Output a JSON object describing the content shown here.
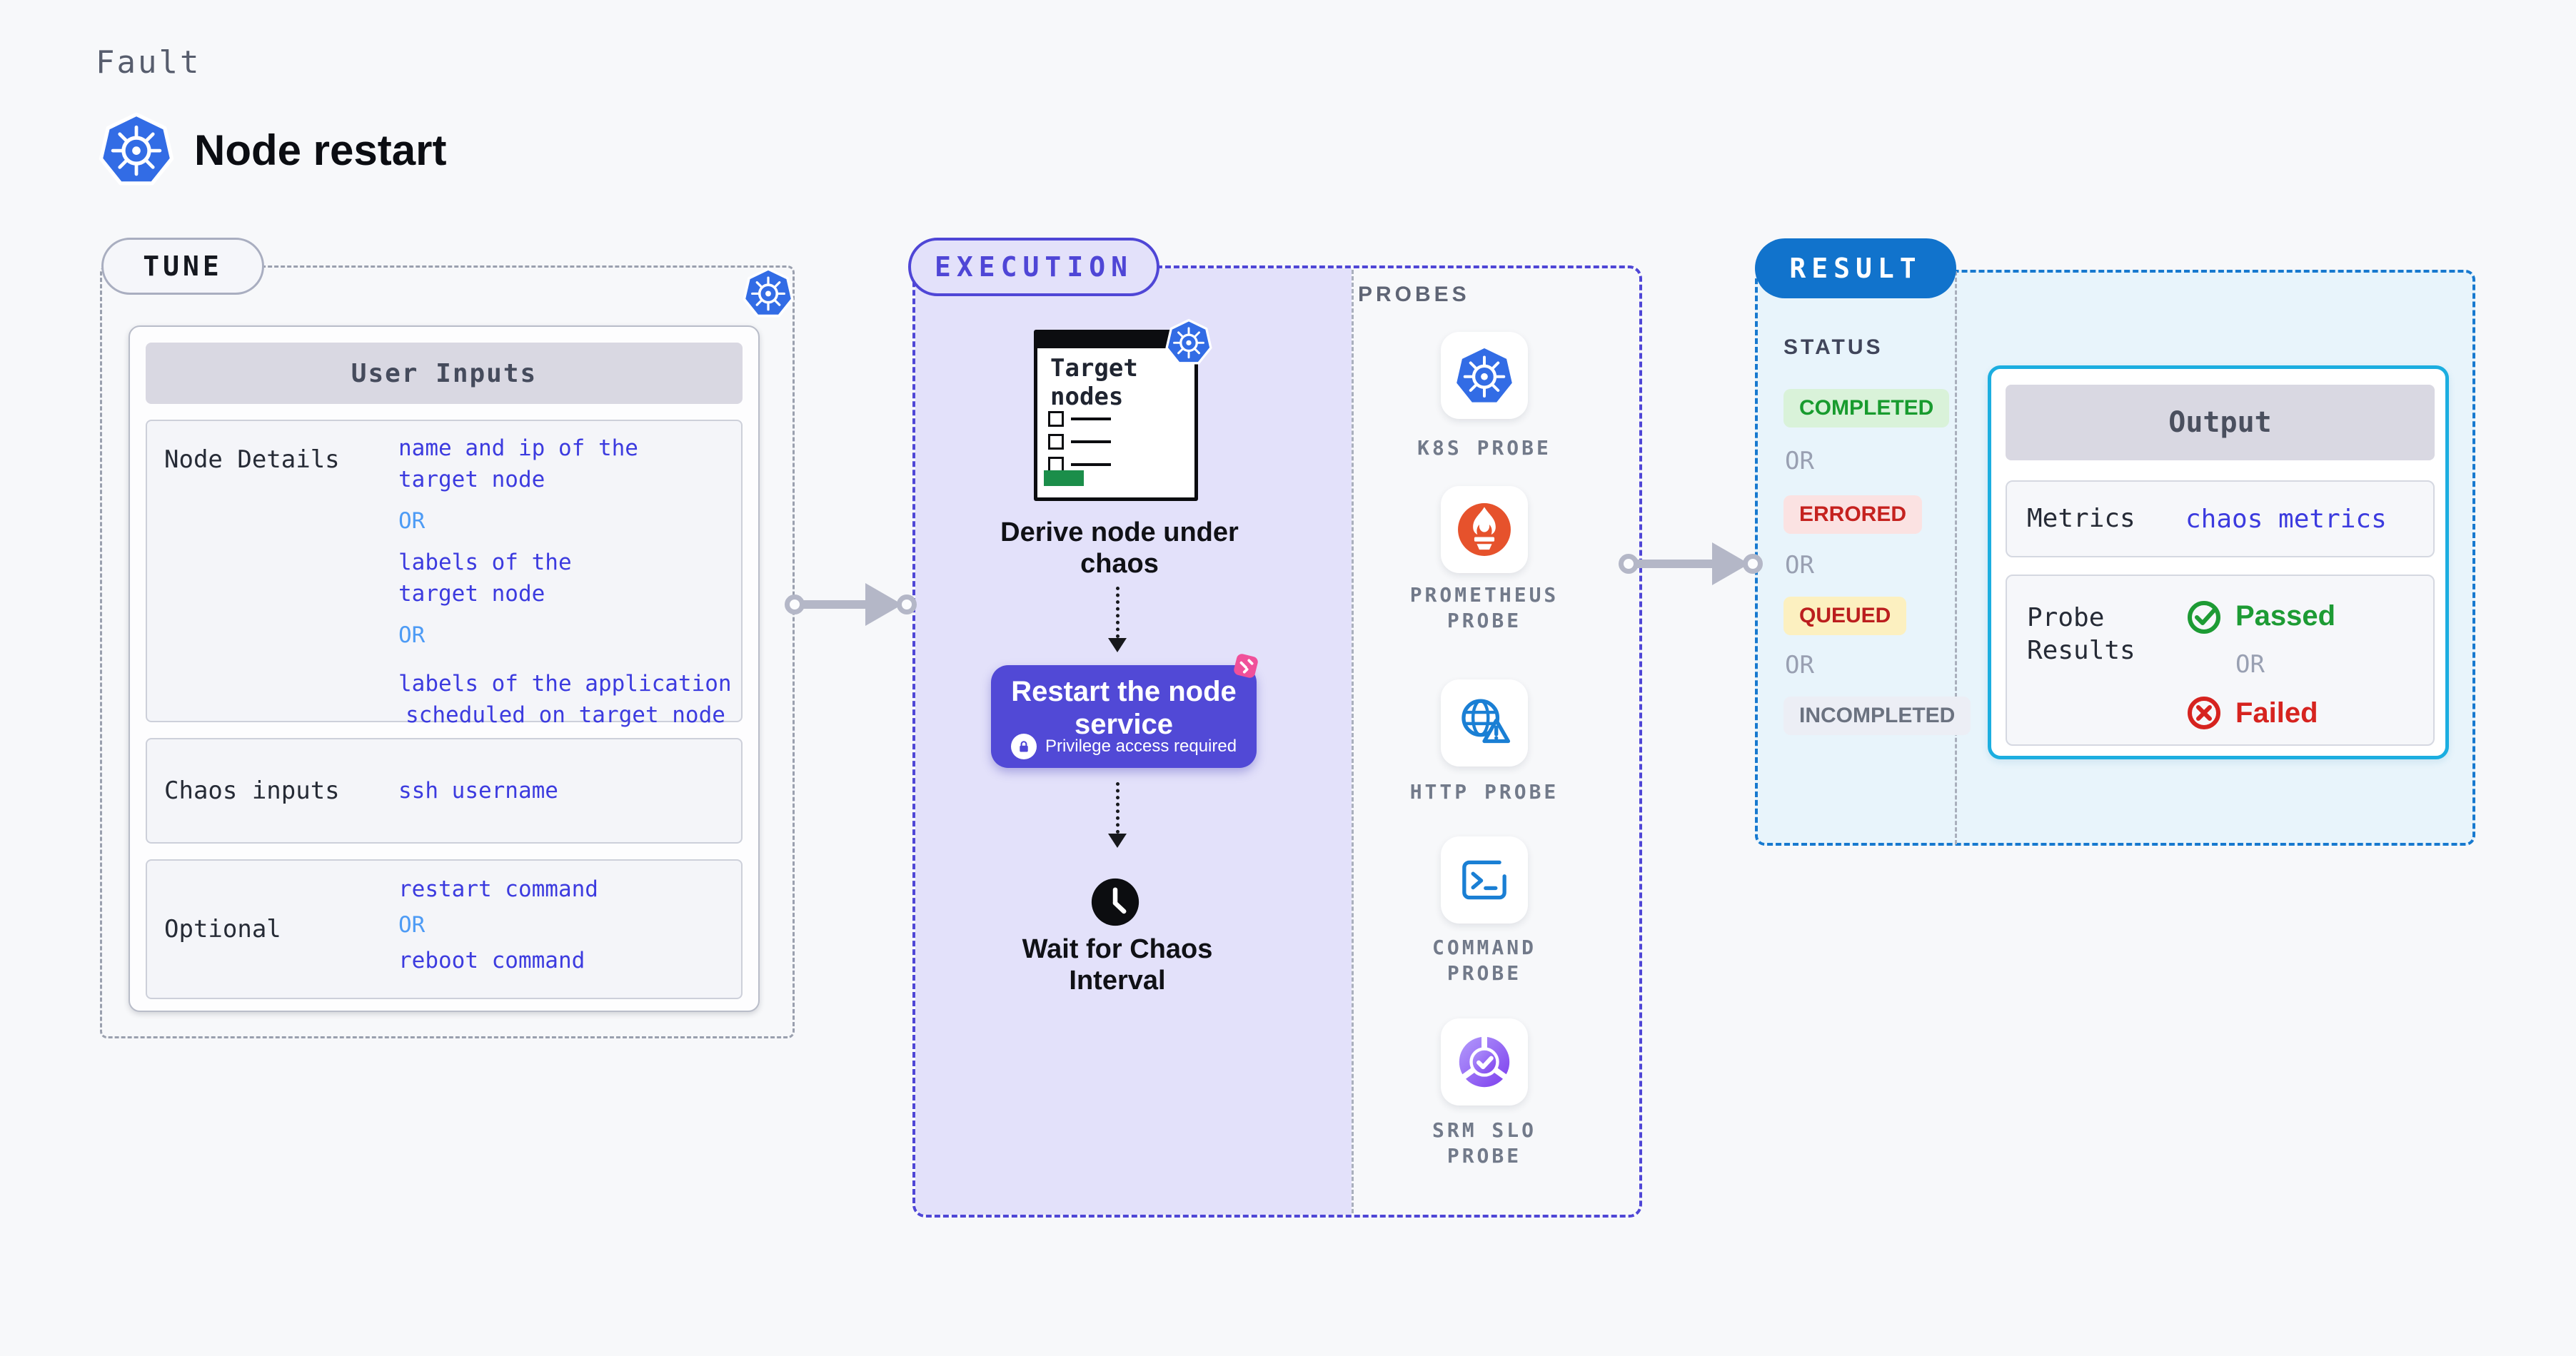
{
  "header": {
    "kicker": "Fault",
    "title": "Node restart",
    "logo_icon": "kubernetes-icon"
  },
  "tune": {
    "tab": "TUNE",
    "table_header": "User Inputs",
    "rows": [
      {
        "label": "Node Details",
        "lines": [
          {
            "text": "name and ip of the",
            "style": "value"
          },
          {
            "text": "target node",
            "style": "value"
          },
          {
            "text": "OR",
            "style": "or"
          },
          {
            "text": "labels of the",
            "style": "value"
          },
          {
            "text": "target node",
            "style": "value"
          },
          {
            "text": "OR",
            "style": "or"
          },
          {
            "text": "labels of the application",
            "style": "value"
          },
          {
            "text": "scheduled on target node",
            "style": "value"
          }
        ]
      },
      {
        "label": "Chaos inputs",
        "lines": [
          {
            "text": "ssh username",
            "style": "value"
          }
        ]
      },
      {
        "label": "Optional",
        "lines": [
          {
            "text": "restart command",
            "style": "value"
          },
          {
            "text": "OR",
            "style": "or"
          },
          {
            "text": "reboot command",
            "style": "value"
          }
        ]
      }
    ]
  },
  "execution": {
    "tab": "EXECUTION",
    "target_box_title": "Target nodes",
    "step_derive": "Derive node under chaos",
    "restart_card": {
      "title": "Restart the node service",
      "badge": "Privilege access required"
    },
    "step_wait": "Wait for Chaos Interval"
  },
  "probes": {
    "title": "PROBES",
    "items": [
      {
        "label": "K8S PROBE",
        "icon": "kubernetes-icon"
      },
      {
        "label": "PROMETHEUS PROBE",
        "icon": "prometheus-icon"
      },
      {
        "label": "HTTP PROBE",
        "icon": "http-globe-warning-icon"
      },
      {
        "label": "COMMAND PROBE",
        "icon": "terminal-icon"
      },
      {
        "label": "SRM SLO PROBE",
        "icon": "srm-slo-icon"
      }
    ]
  },
  "result": {
    "tab": "RESULT",
    "status_heading": "STATUS",
    "statuses": [
      {
        "label": "COMPLETED",
        "kind": "completed"
      },
      {
        "label": "OR",
        "kind": "or"
      },
      {
        "label": "ERRORED",
        "kind": "errored"
      },
      {
        "label": "OR",
        "kind": "or"
      },
      {
        "label": "QUEUED",
        "kind": "queued"
      },
      {
        "label": "OR",
        "kind": "or"
      },
      {
        "label": "INCOMPLETED",
        "kind": "incompleted"
      }
    ],
    "output": {
      "header": "Output",
      "metrics_label": "Metrics",
      "metrics_value": "chaos metrics",
      "probe_results_label": "Probe Results",
      "passed": "Passed",
      "or": "OR",
      "failed": "Failed"
    }
  },
  "colors": {
    "accent_indigo": "#4f46d6",
    "kubernetes_blue": "#326ce5",
    "result_blue": "#1173cc",
    "output_border_cyan": "#1caee0",
    "passed_green": "#1d9b34",
    "failed_red": "#d6231f",
    "value_blue": "#3c3bdf",
    "or_blue": "#4d9bf5",
    "prometheus_orange": "#e6522c",
    "chaos_pink": "#f0509a",
    "lavender_panel": "#e3e1fa",
    "result_panel": "#e8f4fb"
  }
}
